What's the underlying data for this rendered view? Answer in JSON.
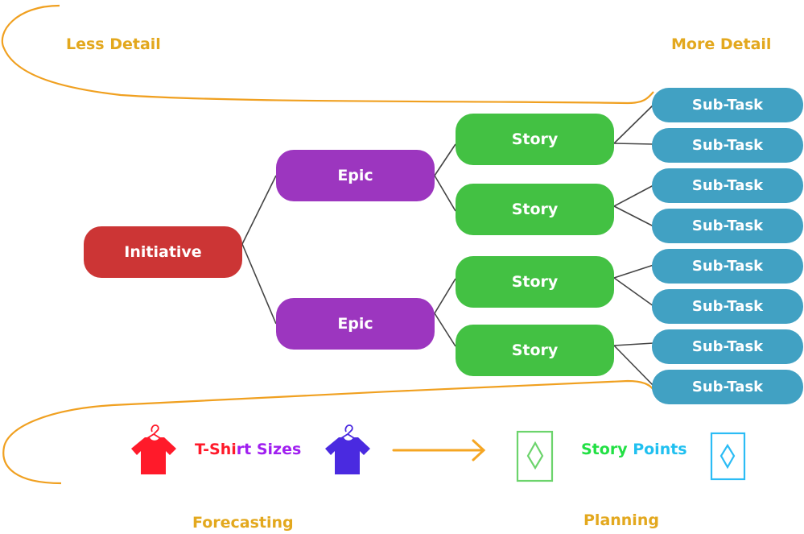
{
  "headers": {
    "left": "Less Detail",
    "right": "More Detail"
  },
  "hierarchy": {
    "initiative": "Initiative",
    "epics": [
      {
        "label": "Epic",
        "stories": [
          {
            "label": "Story",
            "subtasks": [
              "Sub-Task",
              "Sub-Task"
            ]
          },
          {
            "label": "Story",
            "subtasks": [
              "Sub-Task",
              "Sub-Task"
            ]
          }
        ]
      },
      {
        "label": "Epic",
        "stories": [
          {
            "label": "Story",
            "subtasks": [
              "Sub-Task",
              "Sub-Task"
            ]
          },
          {
            "label": "Story",
            "subtasks": [
              "Sub-Task",
              "Sub-Task"
            ]
          }
        ]
      }
    ]
  },
  "bottom": {
    "tshirt": {
      "part1": "T-Shi",
      "part2": "rt Sizes"
    },
    "story_points": {
      "part1": "Story",
      "part2": "Points"
    },
    "forecasting": "Forecasting",
    "planning": "Planning"
  },
  "colors": {
    "initiative": "#cc3535",
    "epic": "#9c36bf",
    "story": "#43c143",
    "subtask": "#41a1c3",
    "accent": "#e3a81e",
    "curve": "#f0a020",
    "tshirt_red": "#ff1a2a",
    "tshirt_purple": "#a020f0",
    "shirt_blue": "#4a2ae0",
    "sp_green": "#22e044",
    "sp_cyan": "#20c0f0"
  }
}
